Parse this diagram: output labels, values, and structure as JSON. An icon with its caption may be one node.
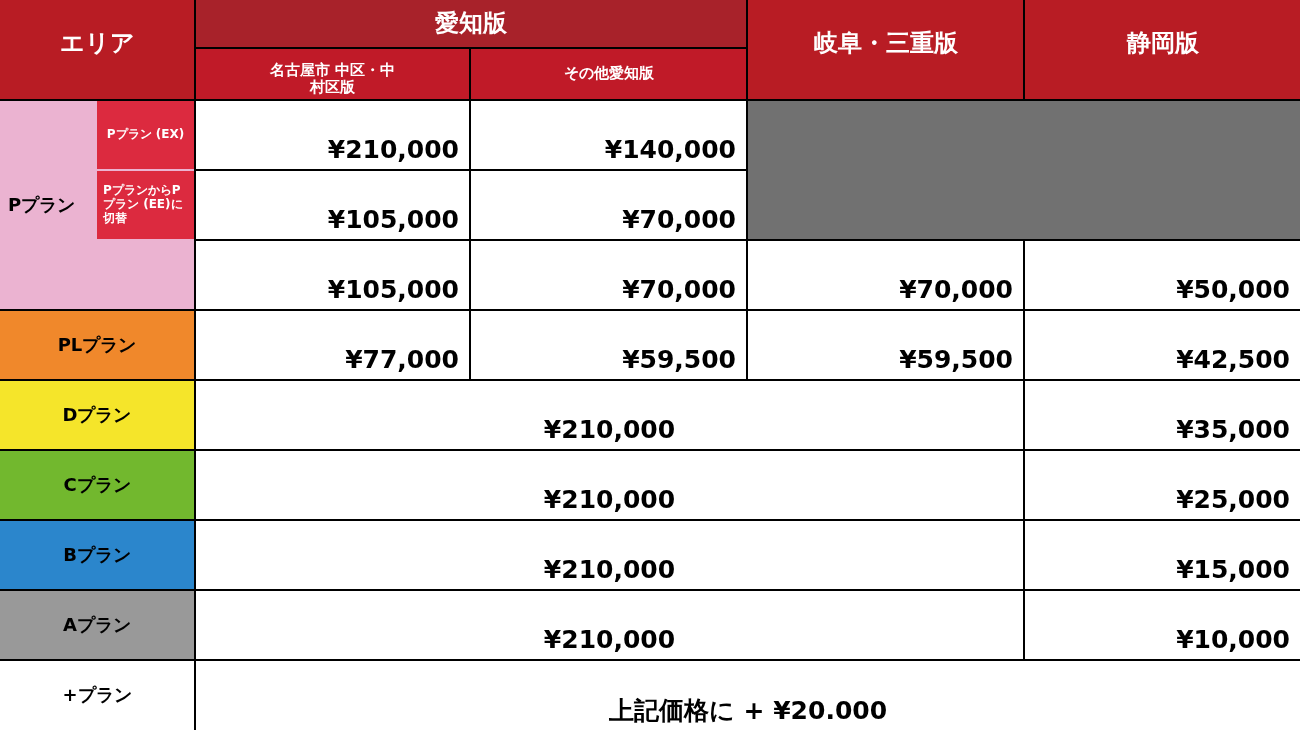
{
  "diagram": {
    "nodes": [
      {
        "text": [],
        "shape": "box"
      }
    ],
    "labels": [
      "エリア",
      "愛知版",
      "岐阜・三重版",
      "静岡版",
      "名古屋市 中区・中村区版",
      "その他愛知版",
      "Pプラン",
      "Pプラン (EX)",
      "¥210,000",
      "¥140,000",
      "PプランからPプラン (EE)に切替",
      "¥105,000",
      "¥70,000",
      "¥105,000",
      "¥70,000",
      "¥70,000",
      "¥50,000",
      "PLプラン",
      "¥77,000",
      "¥59,500",
      "¥59,500",
      "¥42,500",
      "Dプラン",
      "¥210,000",
      "¥35,000",
      "Cプラン",
      "¥210,000",
      "¥25,000",
      "Bプラン",
      "¥210,000",
      "¥15,000",
      "Aプラン",
      "¥210,000",
      "¥10,000",
      "+プラン",
      "上記価格に + ¥20.000"
    ]
  }
}
